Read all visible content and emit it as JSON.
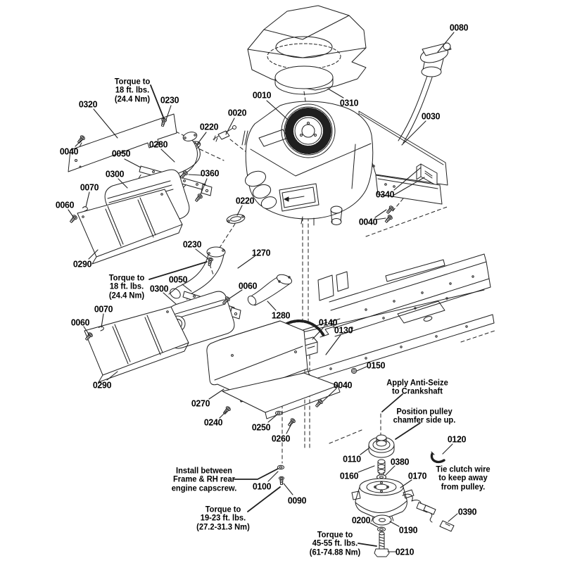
{
  "diagram": {
    "kind": "exploded-parts-diagram",
    "background": "#ffffff",
    "line_color": "#1f1f1f",
    "text_color": "#000000",
    "callouts": [
      {
        "id": "0320"
      },
      {
        "id": "0230"
      },
      {
        "id": "0040"
      },
      {
        "id": "0020"
      },
      {
        "id": "0220"
      },
      {
        "id": "0280"
      },
      {
        "id": "0050"
      },
      {
        "id": "0300"
      },
      {
        "id": "0360"
      },
      {
        "id": "0070"
      },
      {
        "id": "0060"
      },
      {
        "id": "0290"
      },
      {
        "id": "0010"
      },
      {
        "id": "0310"
      },
      {
        "id": "0080"
      },
      {
        "id": "0030"
      },
      {
        "id": "0340"
      },
      {
        "id": "0040"
      },
      {
        "id": "0220"
      },
      {
        "id": "0230"
      },
      {
        "id": "1270"
      },
      {
        "id": "0050"
      },
      {
        "id": "0060"
      },
      {
        "id": "0300"
      },
      {
        "id": "0070"
      },
      {
        "id": "0060"
      },
      {
        "id": "1280"
      },
      {
        "id": "0290"
      },
      {
        "id": "0140"
      },
      {
        "id": "0130"
      },
      {
        "id": "0150"
      },
      {
        "id": "0040"
      },
      {
        "id": "0270"
      },
      {
        "id": "0240"
      },
      {
        "id": "0250"
      },
      {
        "id": "0260"
      },
      {
        "id": "0120"
      },
      {
        "id": "0110"
      },
      {
        "id": "0380"
      },
      {
        "id": "0160"
      },
      {
        "id": "0170"
      },
      {
        "id": "0390"
      },
      {
        "id": "0200"
      },
      {
        "id": "0190"
      },
      {
        "id": "0210"
      },
      {
        "id": "0100"
      },
      {
        "id": "0090"
      }
    ],
    "notes": [
      {
        "text": "Torque to\n18 ft. lbs.\n(24.4 Nm)"
      },
      {
        "text": "Torque to\n18 ft. lbs.\n(24.4 Nm)"
      },
      {
        "text": "Apply Anti-Seize\nto Crankshaft"
      },
      {
        "text": "Position pulley\nchamfer side up."
      },
      {
        "text": "Tie clutch wire\nto keep away\nfrom pulley."
      },
      {
        "text": "Install between\nFrame & RH rear\nengine capscrew."
      },
      {
        "text": "Torque to\n19-23 ft. lbs.\n(27.2-31.3 Nm)"
      },
      {
        "text": "Torque to\n45-55 ft. lbs.\n(61-74.88 Nm)"
      }
    ]
  }
}
